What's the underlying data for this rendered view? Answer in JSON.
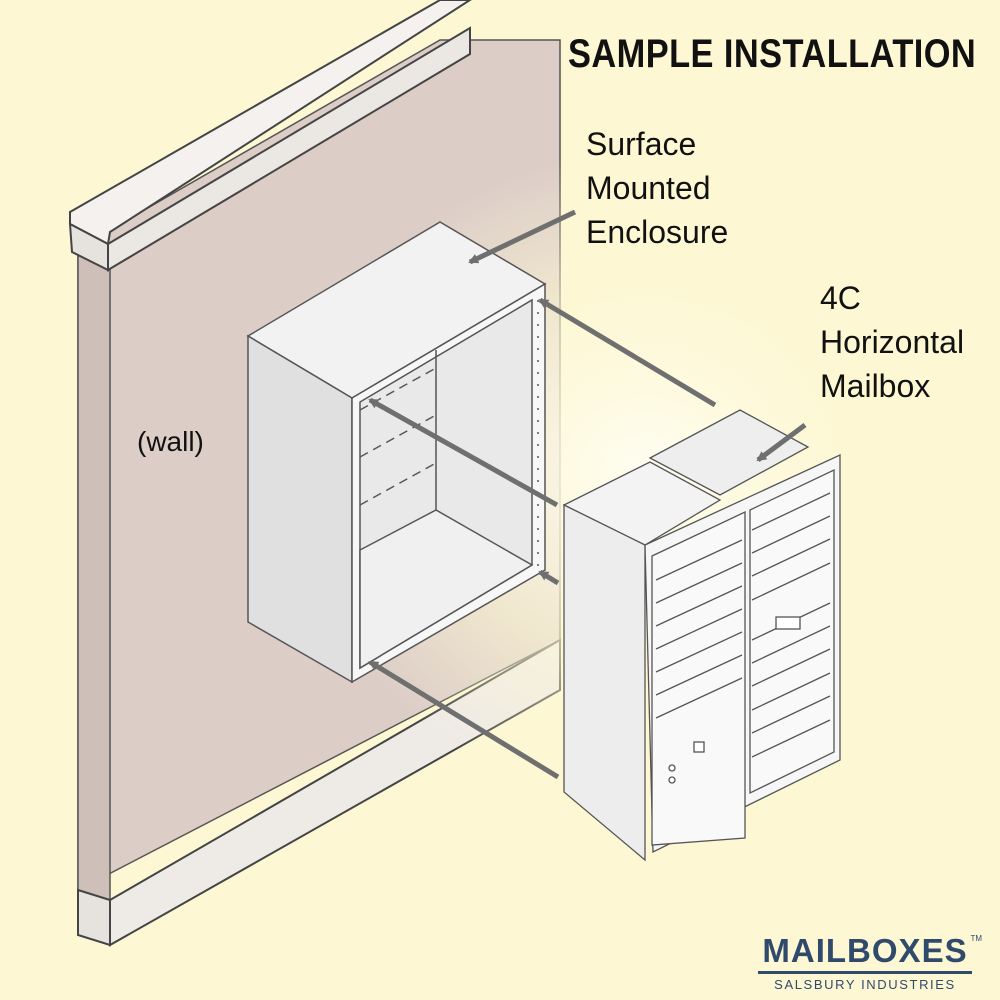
{
  "title": "SAMPLE INSTALLATION",
  "labels": {
    "enclosure": [
      "Surface",
      "Mounted",
      "Enclosure"
    ],
    "mailbox": [
      "4C",
      "Horizontal",
      "Mailbox"
    ],
    "wall": "(wall)"
  },
  "brand": {
    "name": "MAILBOXES",
    "trademark": "TM",
    "sub": "SALSBURY INDUSTRIES"
  },
  "colors": {
    "background": "#fdf7d3",
    "wall": "#dccdc7",
    "arrow": "#6f6f6f",
    "brand": "#304a6c"
  }
}
